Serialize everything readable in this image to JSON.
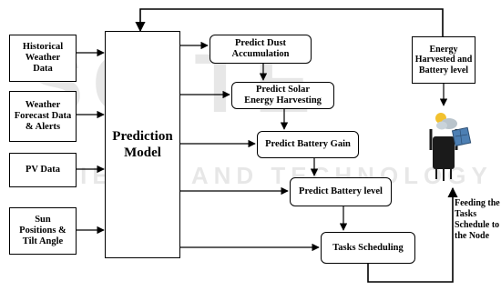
{
  "inputs": [
    "Historical\nWeather\nData",
    "Weather\nForecast Data\n& Alerts",
    "PV Data",
    "Sun\nPositions &\nTilt Angle"
  ],
  "model": "Prediction\nModel",
  "steps": [
    "Predict Dust\nAccumulation",
    "Predict Solar\nEnergy Harvesting",
    "Predict Battery Gain",
    "Predict Battery level",
    "Tasks Scheduling"
  ],
  "energy_box": "Energy\nHarvested and\nBattery level",
  "feeding_label": "Feeding the\nTasks\nSchedule to\nthe Node",
  "watermark": {
    "line1": "SCITEPRESS",
    "line2": "SCIENCE AND TECHNOLOGY PUBLICATIONS"
  },
  "icons": [
    "iot-node-icon",
    "cloud-sun-icon",
    "solar-panel-icon"
  ]
}
